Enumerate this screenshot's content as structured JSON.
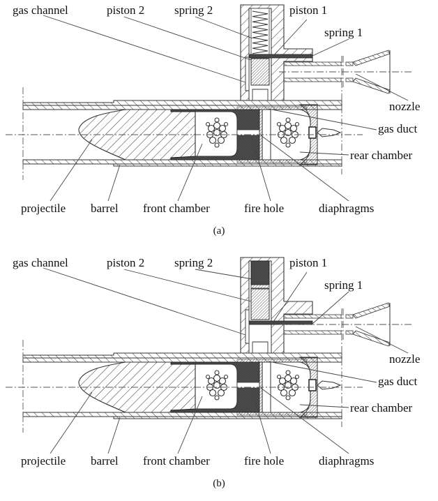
{
  "figure": {
    "panels": [
      {
        "id": "a",
        "caption": "(a)",
        "spring2_state": "extended",
        "labels": {
          "gas_channel": "gas channel",
          "piston_2": "piston 2",
          "spring_2": "spring 2",
          "piston_1": "piston 1",
          "spring_1": "spring 1",
          "nozzle": "nozzle",
          "gas_duct": "gas duct",
          "rear_chamber": "rear chamber",
          "projectile": "projectile",
          "barrel": "barrel",
          "front_chamber": "front chamber",
          "fire_hole": "fire hole",
          "diaphragms": "diaphragms"
        }
      },
      {
        "id": "b",
        "caption": "(b)",
        "spring2_state": "compressed",
        "labels": {
          "gas_channel": "gas channel",
          "piston_2": "piston 2",
          "spring_2": "spring 2",
          "piston_1": "piston 1",
          "spring_1": "spring 1",
          "nozzle": "nozzle",
          "gas_duct": "gas duct",
          "rear_chamber": "rear chamber",
          "projectile": "projectile",
          "barrel": "barrel",
          "front_chamber": "front chamber",
          "fire_hole": "fire hole",
          "diaphragms": "diaphragms"
        }
      }
    ]
  }
}
